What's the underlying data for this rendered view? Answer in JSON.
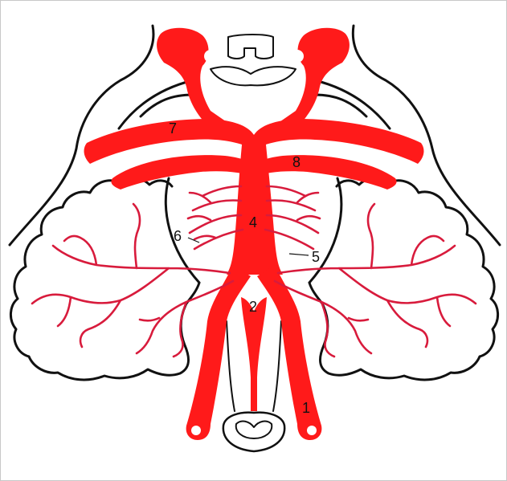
{
  "figure": {
    "colors": {
      "artery": "#ff1a1a",
      "branch": "#d81b3c",
      "outline": "#111111",
      "frame": "#c8c8c8"
    },
    "labels": [
      "1",
      "2",
      "4",
      "5",
      "6",
      "7",
      "8"
    ]
  }
}
